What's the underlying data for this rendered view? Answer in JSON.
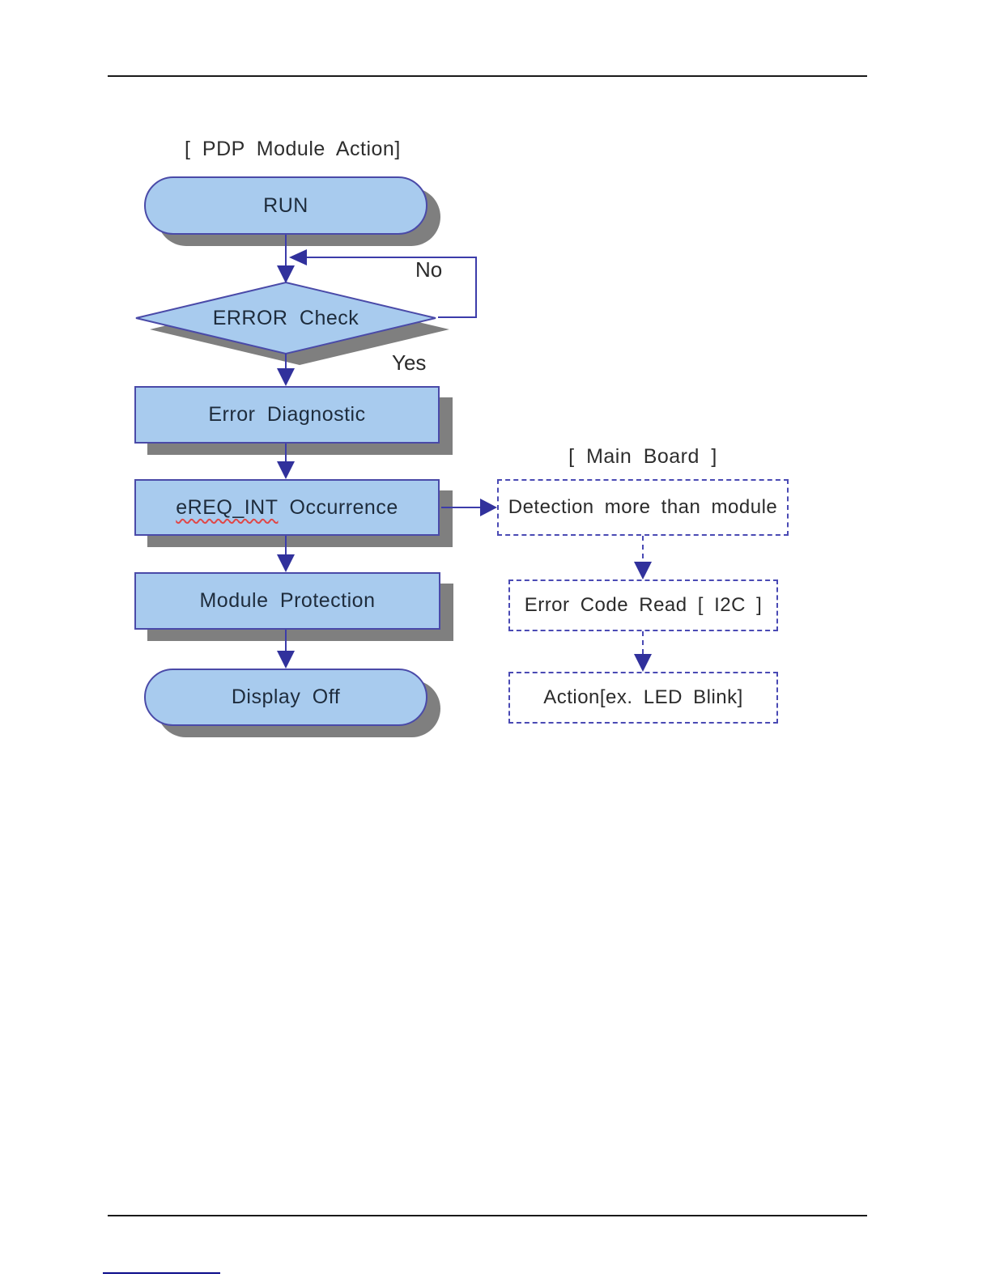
{
  "pdp_module": {
    "title": "[ PDP Module Action]",
    "run_label": "RUN",
    "error_check_label": "ERROR Check",
    "no_label": "No",
    "yes_label": "Yes",
    "error_diagnostic_label": "Error Diagnostic",
    "ereq_int_flagged": "eREQ_INT",
    "ereq_int_rest": "Occurrence",
    "module_protection_label": "Module Protection",
    "display_off_label": "Display Off"
  },
  "main_board": {
    "title": "[ Main Board ]",
    "detection_label": "Detection more than module",
    "error_code_read_label": "Error Code Read [ I2C ]",
    "action_label": "Action[ex. LED Blink]"
  },
  "colors": {
    "node_fill": "#a8cbee",
    "node_border": "#4a4aa8",
    "node_shadow": "#7f7f7f",
    "connector": "#3c3caa",
    "arrowhead": "#31319c",
    "dashed_border": "#4a4ab4",
    "spellcheck_underline": "#e04848",
    "page_rule": "#1a1a1a",
    "footnote_rule": "#0a0a8a"
  }
}
